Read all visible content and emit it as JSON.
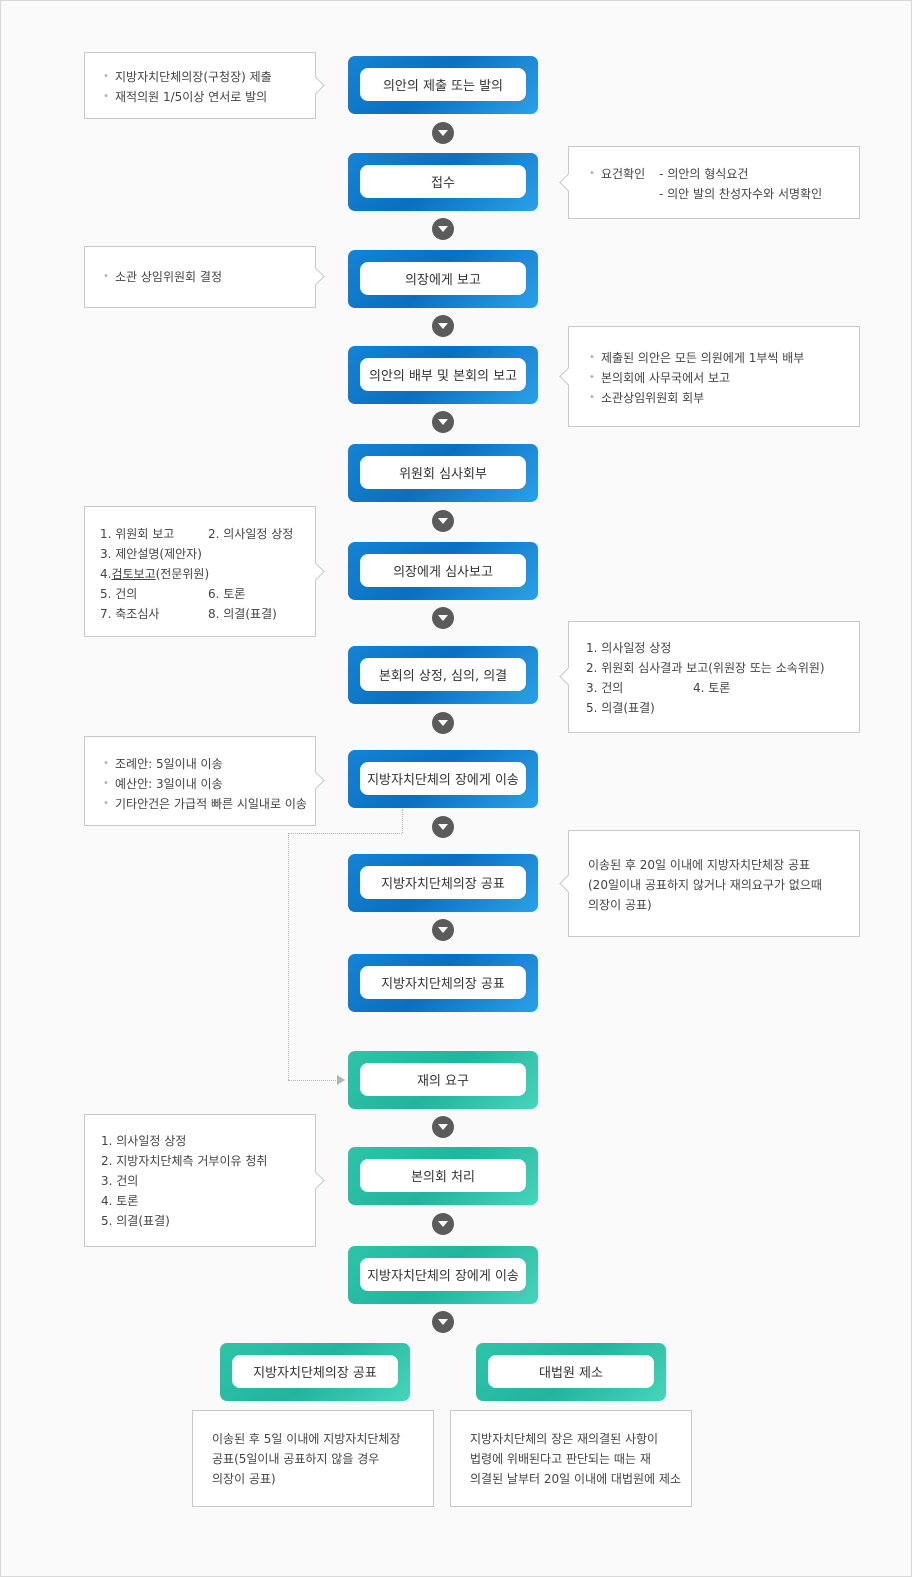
{
  "steps": {
    "s1": "의안의 제출 또는 발의",
    "s2": "접수",
    "s3": "의장에게 보고",
    "s4": "의안의 배부 및 본회의 보고",
    "s5": "위원회 심사회부",
    "s6": "의장에게 심사보고",
    "s7": "본회의 상정, 심의, 의결",
    "s8": "지방자치단체의 장에게 이송",
    "s9": "지방자치단체의장 공표",
    "s10": "지방자치단체의장 공표",
    "s11": "재의 요구",
    "s12": "본의회 처리",
    "s13": "지방자치단체의 장에게 이송",
    "s14": "지방자치단체의장 공표",
    "s15": "대법원 제소"
  },
  "notes": {
    "n1": [
      "지방자치단체의장(구청장) 제출",
      "재적의원 1/5이상 연서로 발의"
    ],
    "n2": {
      "label": "요건확인",
      "line1": "- 의안의 형식요건",
      "line2": "- 의안 발의 찬성자수와 서명확인"
    },
    "n3": [
      "소관 상임위원회 결정"
    ],
    "n4": [
      "제출된 의안은 모든 의원에게 1부씩 배부",
      "본의회에 사무국에서 보고",
      "소관상임위원회 회부"
    ],
    "n5": {
      "r1a": "1. 위원회 보고",
      "r1b": "2. 의사일정 상정",
      "r2": "3. 제안설명(제안자)",
      "r3a": "4. ",
      "r3u": "검토보고",
      "r3b": "(전문위원)",
      "r4a": "5. 건의",
      "r4b": "6. 토론",
      "r5a": "7. 축조심사",
      "r5b": "8. 의결(표결)"
    },
    "n6": {
      "r1": "1. 의사일정 상정",
      "r2": "2. 위원회 심사결과 보고(위원장 또는 소속위원)",
      "r3a": "3. 건의",
      "r3b": "4. 토론",
      "r4": "5. 의결(표결)"
    },
    "n7": [
      "조례안: 5일이내 이송",
      "예산안: 3일이내 이송",
      "기타안건은 가급적 빠른 시일내로 이송"
    ],
    "n8": [
      "이송된 후 20일 이내에 지방자치단체장 공표",
      "(20일이내 공표하지  않거나 재의요구가 없으때",
      "의장이 공표)"
    ],
    "n9": [
      "1. 의사일정 상정",
      "2. 지방자치단체측 거부이유 청취",
      "3. 건의",
      "4. 토론",
      "5. 의결(표결)"
    ],
    "n10": [
      "이송된 후 5일 이내에 지방자치단체장",
      "공표(5일이내 공표하지  않을 경우",
      "의장이 공표)"
    ],
    "n11": [
      "지방자치단체의 장은 재의결된 사항이",
      "법령에 위배된다고 판단되는 때는 재",
      "의결된 날부터 20일 이내에 대법원에 제소"
    ]
  },
  "colors": {
    "blue": "#0a6fc0",
    "teal": "#22b49c",
    "arrow": "#5b5b5b"
  }
}
